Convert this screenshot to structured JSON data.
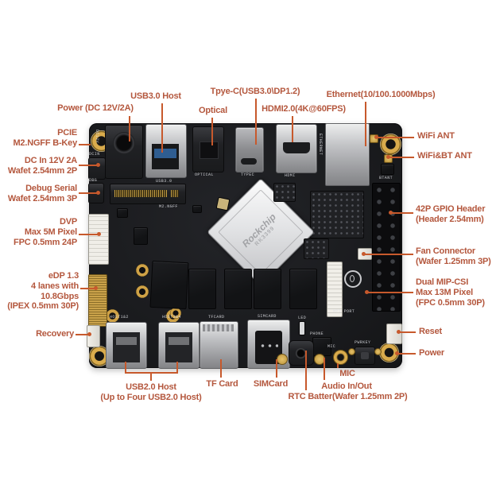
{
  "image_type": "annotated hardware board diagram",
  "colors": {
    "label_text": "#b4573d",
    "pointer_line": "#c7592c",
    "pcb": "#1b1c1f",
    "gold": "#d0a143",
    "background": "#ffffff"
  },
  "chip": {
    "brand": "Rockchip",
    "model": "RK3399"
  },
  "annotations": {
    "power_dc": {
      "lines": [
        "Power (DC 12V/2A)"
      ]
    },
    "usb3_host": {
      "lines": [
        "USB3.0 Host"
      ]
    },
    "optical": {
      "lines": [
        "Optical"
      ]
    },
    "typec": {
      "lines": [
        "Tpye-C(USB3.0\\DP1.2)"
      ]
    },
    "hdmi": {
      "lines": [
        "HDMI2.0(4K@60FPS)"
      ]
    },
    "ethernet": {
      "lines": [
        "Ethernet(10/100.1000Mbps)"
      ]
    },
    "pcie": {
      "lines": [
        "PCIE",
        "M2.NGFF B-Key"
      ]
    },
    "dc_in": {
      "lines": [
        "DC In 12V 2A",
        "Wafet 2.54mm 2P"
      ]
    },
    "debug": {
      "lines": [
        "Debug Serial",
        "Wafet 2.54mm 3P"
      ]
    },
    "dvp": {
      "lines": [
        "DVP",
        "Max 5M Pixel",
        "FPC 0.5mm 24P"
      ]
    },
    "edp": {
      "lines": [
        "eDP 1.3",
        "4 lanes with",
        "10.8Gbps",
        "(IPEX 0.5mm 30P)"
      ]
    },
    "recovery": {
      "lines": [
        "Recovery"
      ]
    },
    "wifi_ant": {
      "lines": [
        "WiFi ANT"
      ]
    },
    "wifi_bt_ant": {
      "lines": [
        "WiFi&BT ANT"
      ]
    },
    "gpio": {
      "lines": [
        "42P GPIO Header",
        "(Header 2.54mm)"
      ]
    },
    "fan": {
      "lines": [
        "Fan Connector",
        "(Wafer 1.25mm 3P)"
      ]
    },
    "mipi_csi": {
      "lines": [
        "Dual MIP-CSI",
        "Max 13M Pixel",
        "(FPC 0.5mm 30P)"
      ]
    },
    "reset": {
      "lines": [
        "Reset"
      ]
    },
    "power_btn": {
      "lines": [
        "Power"
      ]
    },
    "usb2": {
      "lines": [
        "USB2.0 Host",
        "(Up to Four USB2.0 Host)"
      ]
    },
    "tf_card": {
      "lines": [
        "TF Card"
      ]
    },
    "sim_card": {
      "lines": [
        "SIMCard"
      ]
    },
    "mic": {
      "lines": [
        "MIC"
      ]
    },
    "audio": {
      "lines": [
        "Audio In/Out"
      ]
    },
    "rtc": {
      "lines": [
        "RTC Batter(Wafer 1.25mm 2P)"
      ]
    }
  },
  "silkscreen": {
    "dc12v": "DC12V",
    "usb3": "USB3.0",
    "optical": "OPTICAL",
    "typec": "TYPEC",
    "hdmi": "HDMI",
    "ethernet": "ETHERNET",
    "m2": "M2.NGFF",
    "dcin": "DCIN",
    "dbg": "DBG",
    "host12": "HOST1&2",
    "host34": "HOST3&4",
    "tfcard": "TFCARD",
    "simcard": "SIMCARD",
    "mpi": "MPI PORT",
    "btant": "BTANT",
    "pwrkey": "PWRKEY",
    "led": "LED",
    "phone": "PHONE",
    "mic": "MIC"
  }
}
